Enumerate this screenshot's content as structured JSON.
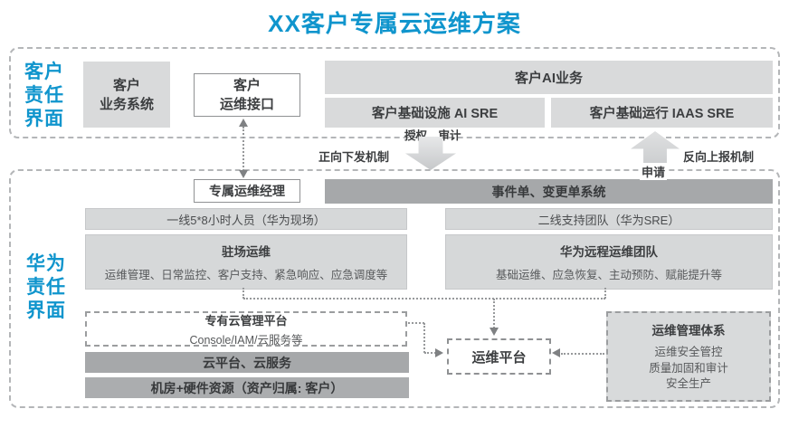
{
  "title": "XX客户专属云运维方案",
  "colors": {
    "accent_blue": "#1095cd",
    "light_box_gray": "#d9dadb",
    "dark_bar_gray": "#a6a8aa",
    "text_dark": "#3c3e40",
    "text_gray": "#57595b"
  },
  "customer_zone": {
    "label_lines": [
      "客户",
      "责任",
      "界面"
    ],
    "business_system_lines": [
      "客户",
      "业务系统"
    ],
    "ops_interface_lines": [
      "客户",
      "运维接口"
    ],
    "ai_business": "客户AI业务",
    "ai_sre": "客户基础设施 AI SRE",
    "iaas_sre": "客户基础运行 IAAS SRE"
  },
  "flow": {
    "auth_audit": "授权、审计",
    "forward_mechanism": "正向下发机制",
    "reverse_mechanism": "反向上报机制",
    "apply": "申请"
  },
  "huawei_zone": {
    "label_lines": [
      "华为",
      "责任",
      "界面"
    ],
    "dedicated_ops_manager": "专属运维经理",
    "ticket_system": "事件单、变更单系统",
    "frontline_team": "一线5*8小时人员（华为现场）",
    "secondline_team": "二线支持团队（华为SRE）",
    "onsite_ops": {
      "title": "驻场运维",
      "desc": "运维管理、日常监控、客户支持、紧急响应、应急调度等"
    },
    "remote_ops": {
      "title": "华为远程运维团队",
      "desc": "基础运维、应急恢复、主动预防、赋能提升等"
    },
    "private_cloud_mgmt": {
      "title": "专有云管理平台",
      "desc": "Console/IAM/云服务等"
    },
    "cloud_platform": "云平台、云服务",
    "datacenter": "机房+硬件资源（资产归属: 客户）",
    "ops_platform": "运维平台",
    "ops_mgmt_system": {
      "title": "运维管理体系",
      "items": [
        "运维安全管控",
        "质量加固和审计",
        "安全生产"
      ]
    }
  }
}
